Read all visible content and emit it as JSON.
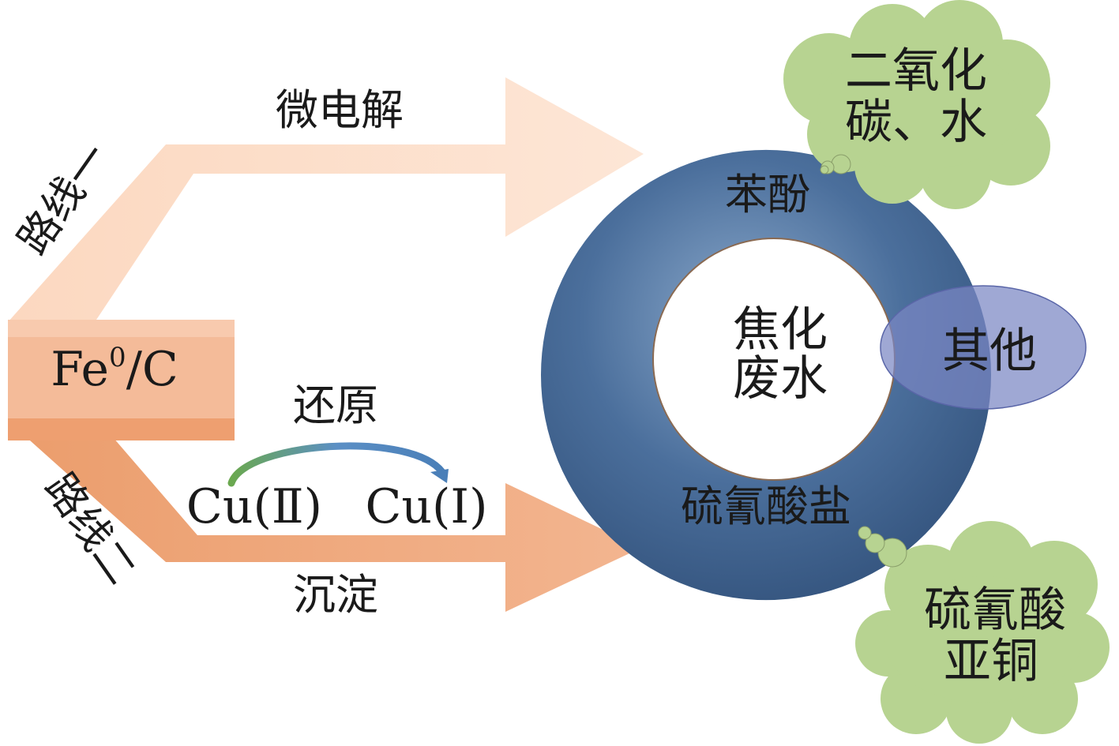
{
  "route_one": {
    "label": "路线一",
    "process": "微电解"
  },
  "route_two": {
    "label": "路线二",
    "process_top": "还原",
    "process_bottom": "沉淀"
  },
  "source": {
    "base": "Fe",
    "superscript": "0",
    "suffix": "/C"
  },
  "copper": {
    "from": "Cu(Ⅱ)",
    "to": "Cu(Ⅰ)"
  },
  "center": {
    "line1": "焦化",
    "line2": "废水"
  },
  "ring_labels": {
    "phenol": "苯酚",
    "thiocyanate": "硫氰酸盐",
    "other": "其他"
  },
  "cloud_top": {
    "line1": "二氧化",
    "line2": "碳、水"
  },
  "cloud_bottom": {
    "line1": "硫氰酸",
    "line2": "亚铜"
  },
  "colors": {
    "route_one_arrow": "#fbd9c4",
    "route_two_arrow": "#f0a87a",
    "source_box": "#f2b48f",
    "ring": "#3d6491",
    "ring_highlight": "#7f9fc2",
    "other_ellipse": "#7f8cc8",
    "cloud": "#b5d28e",
    "reduction_arrow": "#5f93c7"
  }
}
